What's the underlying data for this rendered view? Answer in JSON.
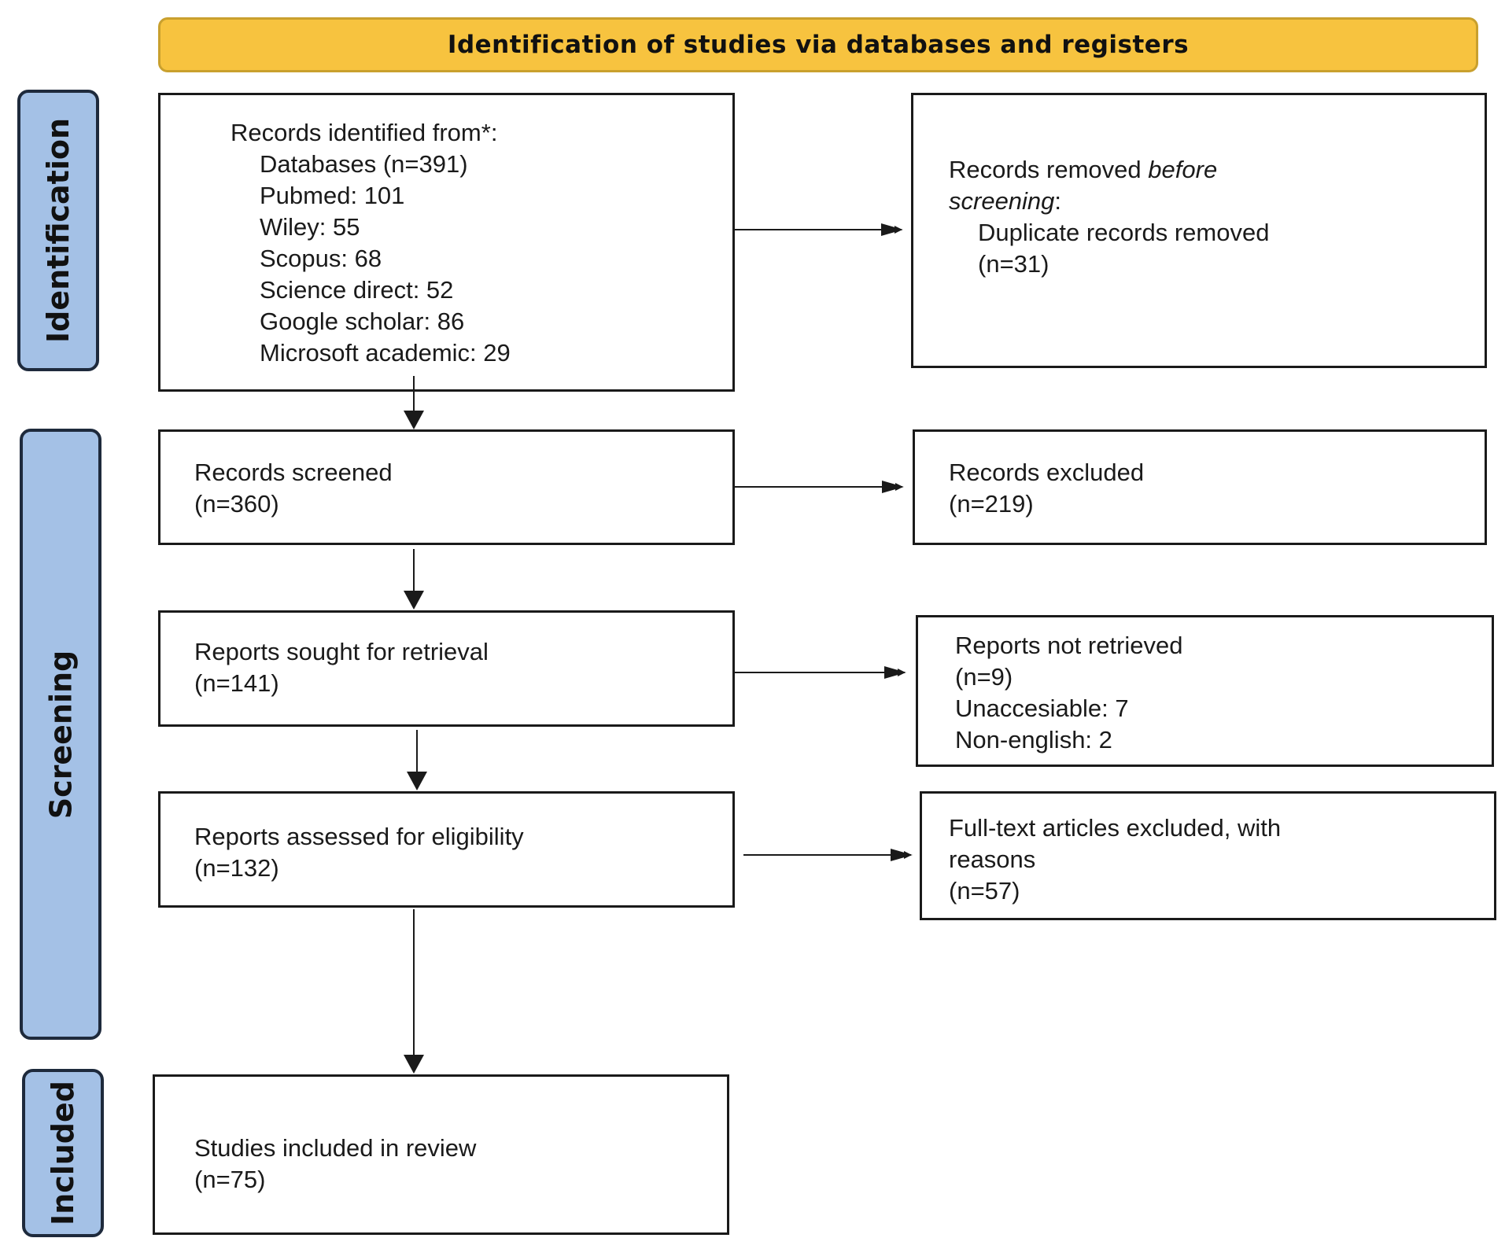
{
  "header": {
    "title": "Identification of studies via databases and registers"
  },
  "phases": {
    "identification": "Identification",
    "screening": "Screening",
    "included": "Included"
  },
  "identified": {
    "heading": "Records identified from*:",
    "lines": [
      "Databases (n=391)",
      "Pubmed:  101",
      "Wiley:  55",
      "Scopus:  68",
      "Science direct:  52",
      "Google scholar:  86",
      "Microsoft academic: 29"
    ]
  },
  "removed": {
    "heading_prefix": "Records removed ",
    "heading_italic_1": "before",
    "heading_italic_2": "screening",
    "heading_suffix": ":",
    "line1": "Duplicate records removed",
    "line2": "(n=31)"
  },
  "screened": {
    "label": "Records screened",
    "count": "(n=360)"
  },
  "excluded": {
    "label": "Records excluded",
    "count": "(n=219)"
  },
  "sought": {
    "label": "Reports sought for retrieval",
    "count": "(n=141)"
  },
  "not_retrieved": {
    "label": "Reports not retrieved",
    "count": "(n=9)",
    "reason1": "Unaccesiable:  7",
    "reason2": "Non-english:  2"
  },
  "assessed": {
    "label": "Reports assessed for eligibility",
    "count": "(n=132)"
  },
  "fulltext_excluded": {
    "line1": "Full-text articles excluded, with",
    "line2": "reasons",
    "count": "(n=57)"
  },
  "included": {
    "label": "Studies included in review",
    "count": "(n=75)"
  },
  "colors": {
    "header_fill": "#f7c33f",
    "phase_fill": "#a4c1e6",
    "phase_border": "#1e2a3c",
    "box_border": "#1a1a1a"
  }
}
